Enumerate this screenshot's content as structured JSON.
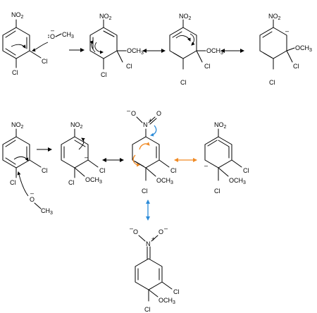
{
  "labels": {
    "no2": "NO",
    "no2_sub": "2",
    "cl": "Cl",
    "och3": "OCH",
    "och3_sub": "3",
    "ch3": "CH",
    "ch3_sub": "3",
    "o": "O",
    "n": "N",
    "minus": "–",
    "plus": "+"
  },
  "colors": {
    "black": "#000000",
    "orange": "#f08a24",
    "blue": "#2a8ad8"
  }
}
